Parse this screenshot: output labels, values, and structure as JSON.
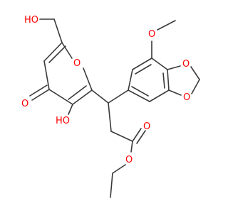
{
  "colors": {
    "carbon_bond": "#3a3a3a",
    "oxygen": "#ff0000",
    "background": "#ffffff"
  },
  "atoms": {
    "hydroxymethyl_oh": "HO",
    "pyranone_ring_o": "O",
    "ketone_o": "O",
    "enol_oh": "HO",
    "methoxy_o": "O",
    "dioxole_o_upper": "O",
    "dioxole_o_lower": "O",
    "ester_carbonyl_o": "O",
    "ester_ether_o": "O"
  }
}
